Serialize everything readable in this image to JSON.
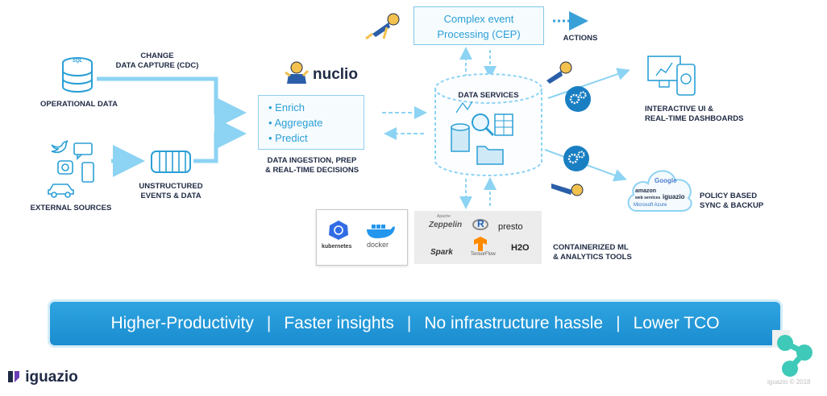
{
  "colors": {
    "accent": "#2a9fd6",
    "arrow": "#8dd3f3",
    "dark": "#1f2a44",
    "banner": "#1f97d8",
    "teal": "#3ec9b8"
  },
  "labels": {
    "cdc": "CHANGE DATA CAPTURE (CDC)",
    "cdc_line1": "CHANGE",
    "cdc_line2": "DATA CAPTURE (CDC)",
    "operational": "OPERATIONAL DATA",
    "sql": "SQL",
    "unstructured_line1": "UNSTRUCTURED",
    "unstructured_line2": "EVENTS & DATA",
    "external": "EXTERNAL SOURCES",
    "nuclio": "nuclio",
    "ingestion_line1": "DATA INGESTION, PREP",
    "ingestion_line2": "& REAL-TIME DECISIONS",
    "cep_line1": "Complex event",
    "cep_line2": "Processing (CEP)",
    "actions": "ACTIONS",
    "data_services": "DATA SERVICES",
    "interactive_line1": "INTERACTIVE UI &",
    "interactive_line2": "REAL-TIME DASHBOARDS",
    "policy_line1": "POLICY BASED",
    "policy_line2": "SYNC & BACKUP",
    "containerized_line1": "CONTAINERIZED ML",
    "containerized_line2": "& ANALYTICS TOOLS"
  },
  "nuclio_items": [
    "Enrich",
    "Aggregate",
    "Predict"
  ],
  "container_tools": {
    "kubernetes": "kubernetes",
    "docker": "docker"
  },
  "analytics_tools": {
    "zeppelin": "Zeppelin",
    "zeppelin_small": "Apache",
    "r": "R",
    "presto": "presto",
    "spark": "Spark",
    "tensorflow": "TensorFlow",
    "h2o": "H2O"
  },
  "cloud_tags": {
    "google": "Google",
    "amazon": "amazon",
    "amazon_sub": "web services",
    "iguazio": "iguazio",
    "azure": "Microsoft Azure"
  },
  "banner": {
    "items": [
      "Higher-Productivity",
      "Faster insights",
      "No infrastructure hassle",
      "Lower TCO"
    ],
    "separator": "|"
  },
  "brand": {
    "name": "iguazio"
  },
  "watermark": "iguazio © 2018"
}
